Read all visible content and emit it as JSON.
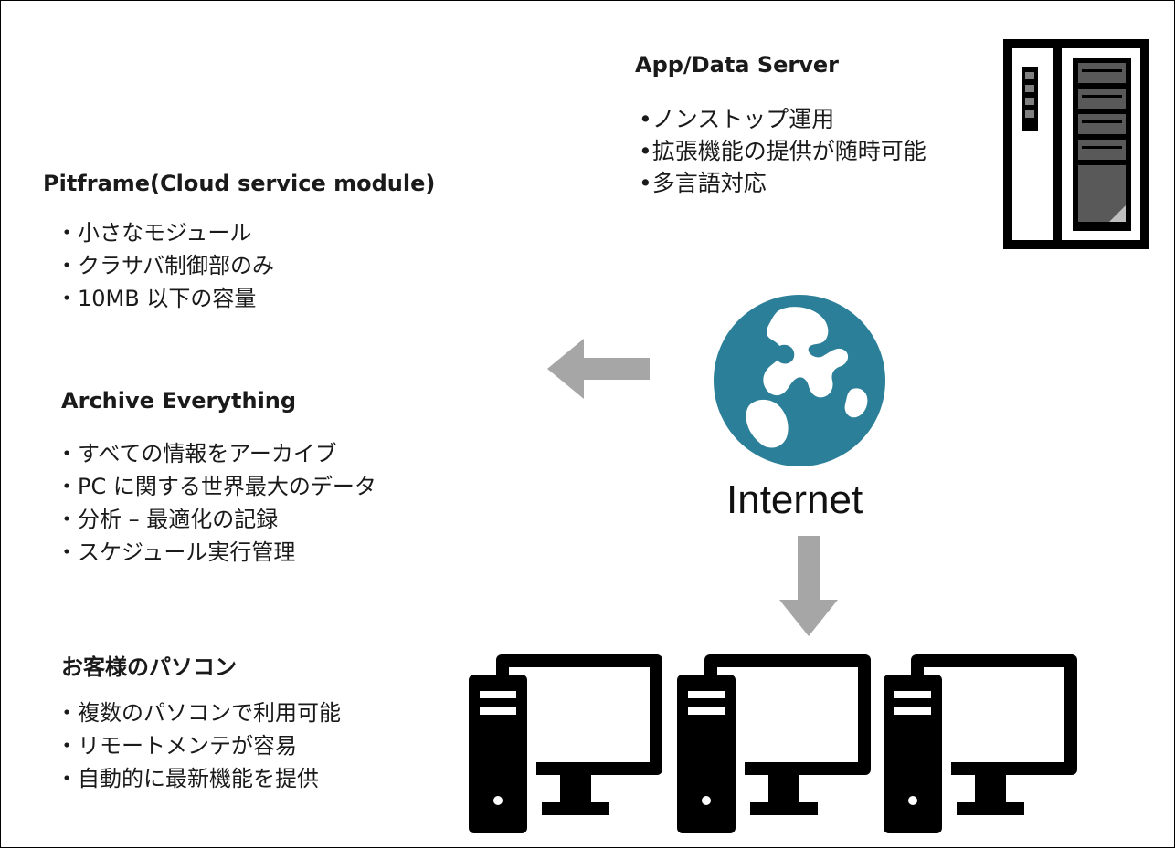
{
  "app_server": {
    "title": "App/Data Server",
    "items": [
      "•ノンストップ運用",
      "•拡張機能の提供が随時可能",
      "•多言語対応"
    ],
    "icon": "server-icon"
  },
  "pitframe": {
    "title": "Pitframe(Cloud service module)",
    "items": [
      "・小さなモジュール",
      "・クラサバ制御部のみ",
      "・10MB 以下の容量"
    ]
  },
  "archive": {
    "title": "Archive Everything",
    "items": [
      "・すべての情報をアーカイブ",
      "・PC に関する世界最大のデータ",
      "・分析 – 最適化の記録",
      "・スケジュール実行管理"
    ]
  },
  "customer_pc": {
    "title": "お客様のパソコン",
    "items": [
      "・複数のパソコンで利用可能",
      "・リモートメンテが容易",
      "・自動的に最新機能を提供"
    ],
    "icon": "desktop-computer-icon"
  },
  "internet": {
    "label": "Internet",
    "icon": "globe-icon"
  },
  "colors": {
    "globe": "#2b7f99",
    "arrow": "#a6a6a6",
    "icon": "#000000",
    "server_slot": "#595959"
  }
}
